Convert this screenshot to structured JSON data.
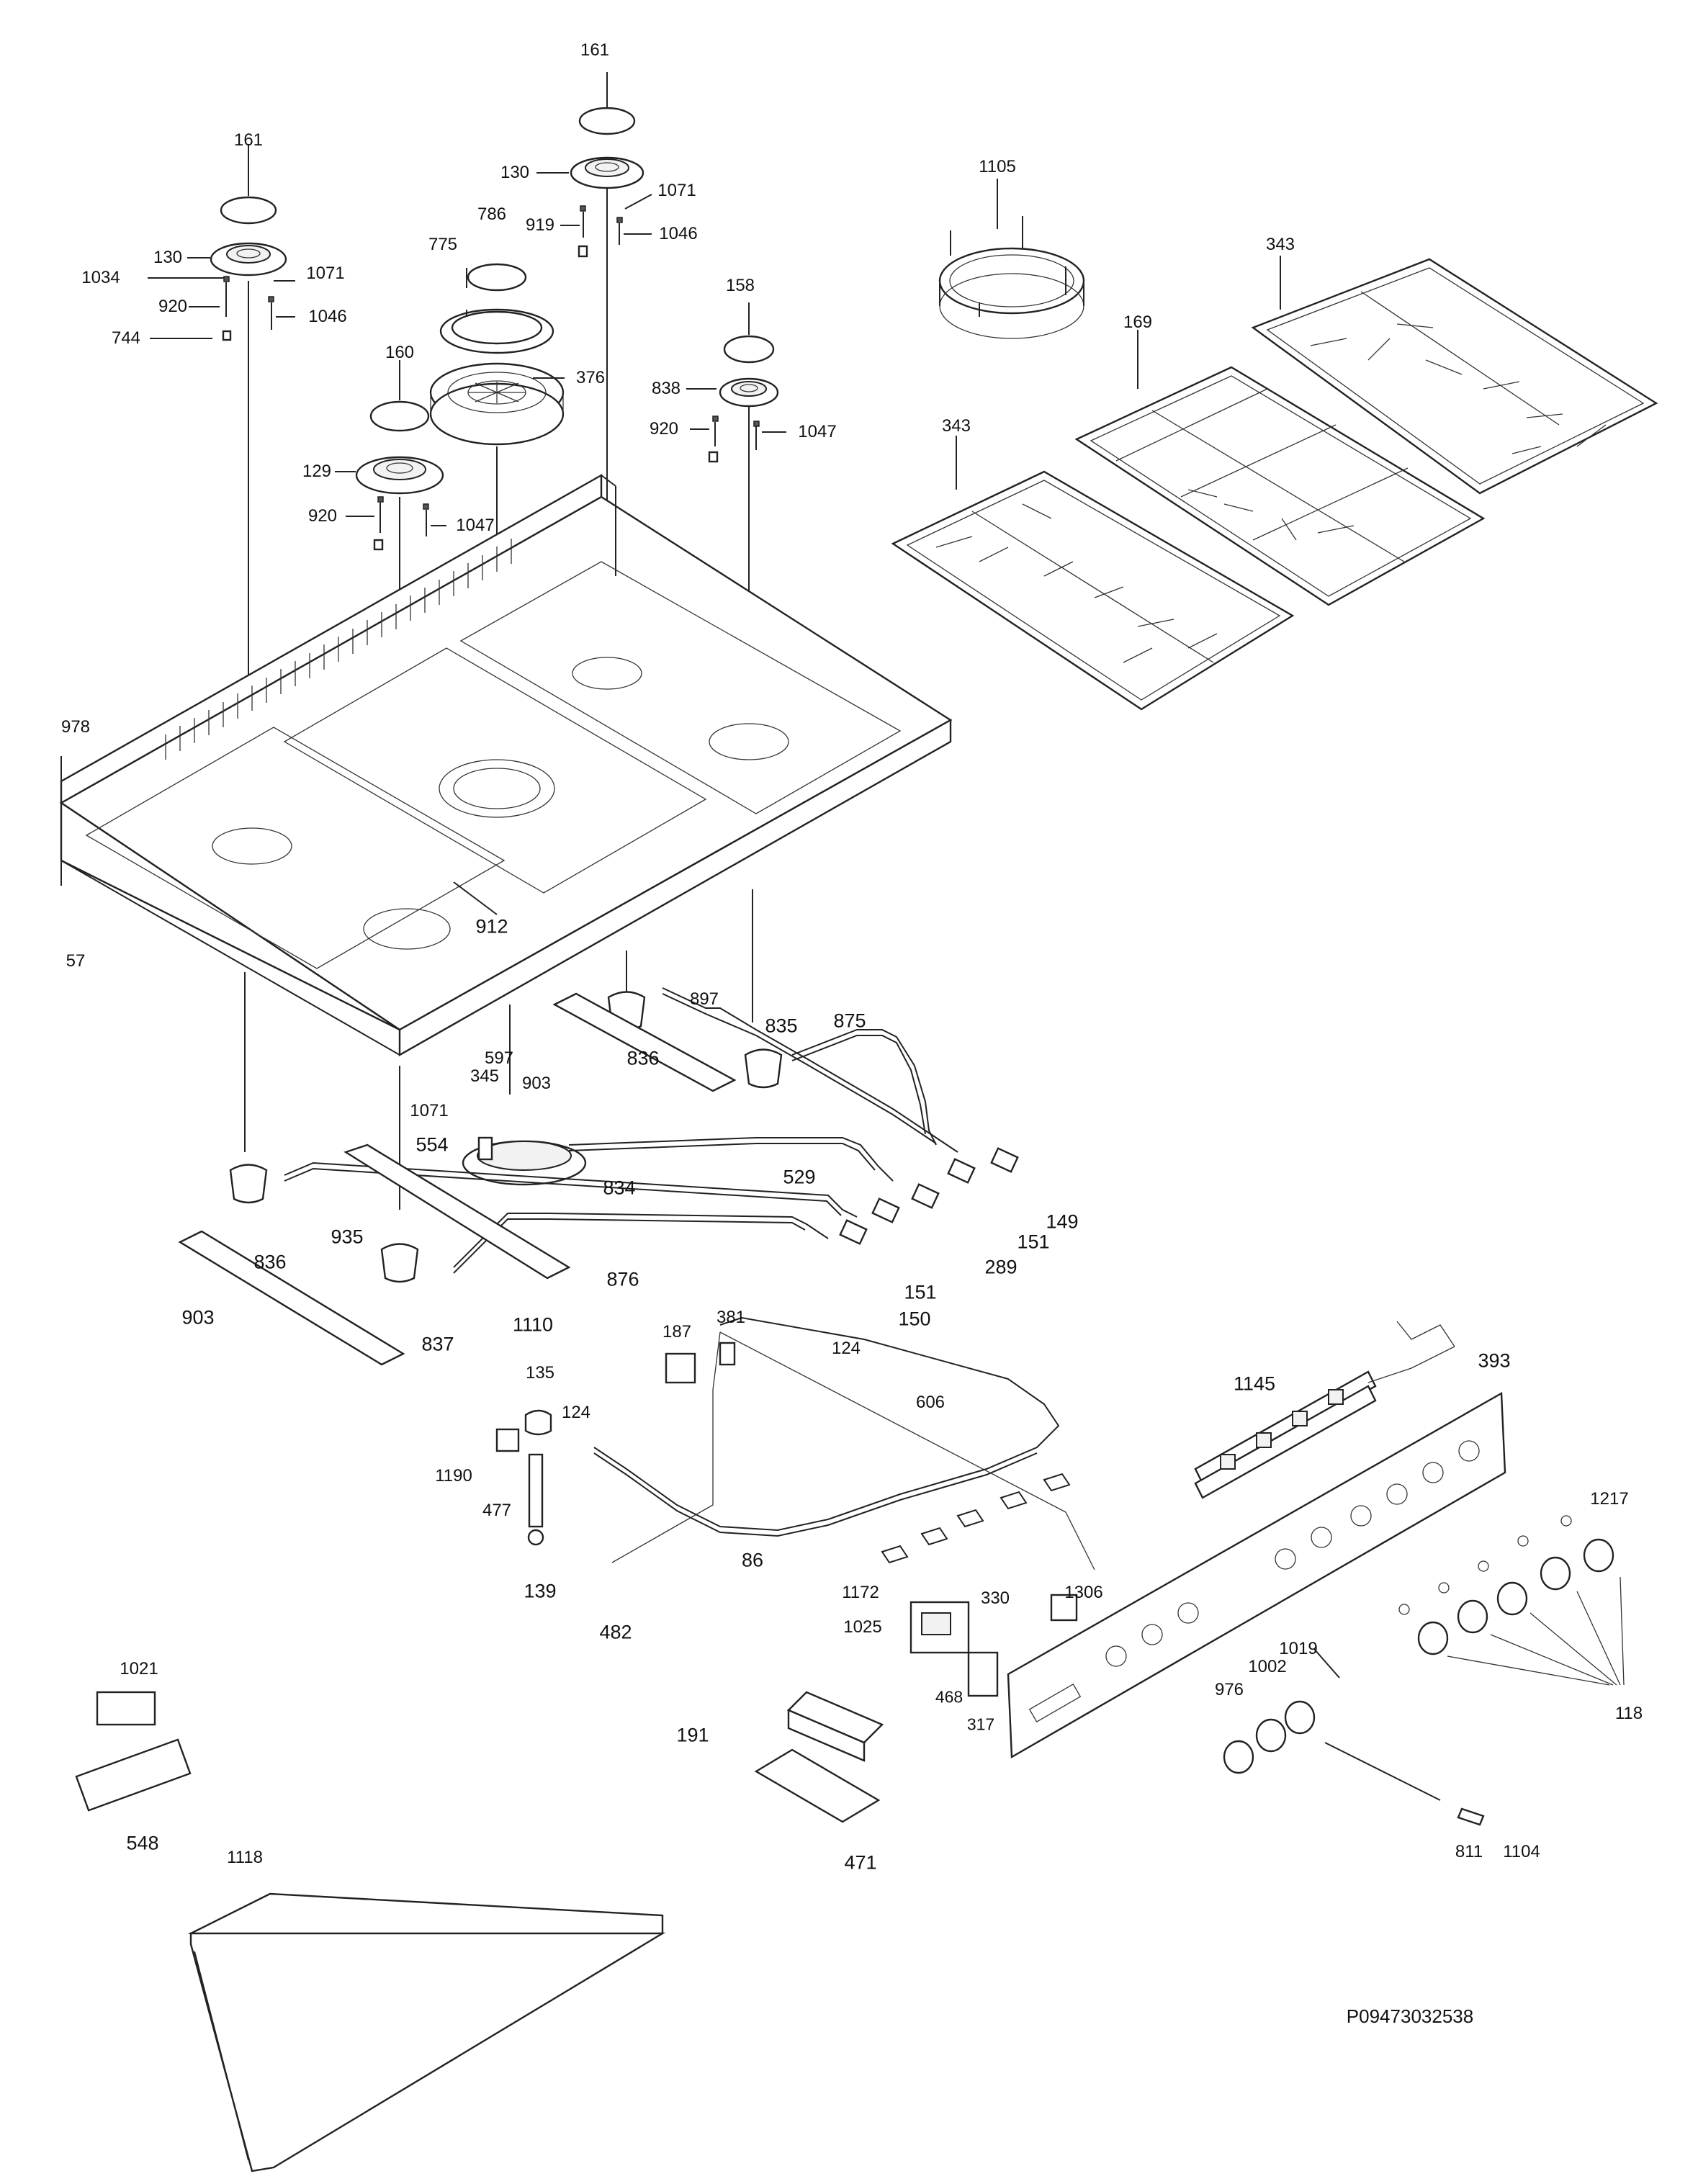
{
  "drawing_code": "P09473032538",
  "part_labels": {
    "p161a": "161",
    "p161b": "161",
    "p130a": "130",
    "p130b": "130",
    "p1071a": "1071",
    "p1071b": "1071",
    "p1071c": "1071",
    "p919": "919",
    "p1046a": "1046",
    "p1046b": "1046",
    "p1034": "1034",
    "p920a": "920",
    "p920b": "920",
    "p920c": "920",
    "p744": "744",
    "p786": "786",
    "p775": "775",
    "p376": "376",
    "p160": "160",
    "p129": "129",
    "p1047a": "1047",
    "p1047b": "1047",
    "p158": "158",
    "p838": "838",
    "p1105": "1105",
    "p343a": "343",
    "p343b": "343",
    "p169": "169",
    "p978": "978",
    "p57": "57",
    "p912": "912",
    "p897": "897",
    "p835": "835",
    "p875": "875",
    "p836a": "836",
    "p836b": "836",
    "p345": "345",
    "p597": "597",
    "p903a": "903",
    "p903b": "903",
    "p554": "554",
    "p834": "834",
    "p529": "529",
    "p149": "149",
    "p151a": "151",
    "p151b": "151",
    "p289": "289",
    "p935": "935",
    "p876": "876",
    "p150": "150",
    "p124a": "124",
    "p124b": "124",
    "p1110": "1110",
    "p837": "837",
    "p187": "187",
    "p381": "381",
    "p135": "135",
    "p606": "606",
    "p1190": "1190",
    "p477": "477",
    "p139": "139",
    "p86": "86",
    "p482": "482",
    "p1145": "1145",
    "p393": "393",
    "p1217": "1217",
    "p118": "118",
    "p1172": "1172",
    "p330": "330",
    "p1306": "1306",
    "p1025": "1025",
    "p468": "468",
    "p317": "317",
    "p1019": "1019",
    "p1002": "1002",
    "p976": "976",
    "p1021": "1021",
    "p548": "548",
    "p191": "191",
    "p471": "471",
    "p811": "811",
    "p1104": "1104",
    "p1118": "1118"
  }
}
